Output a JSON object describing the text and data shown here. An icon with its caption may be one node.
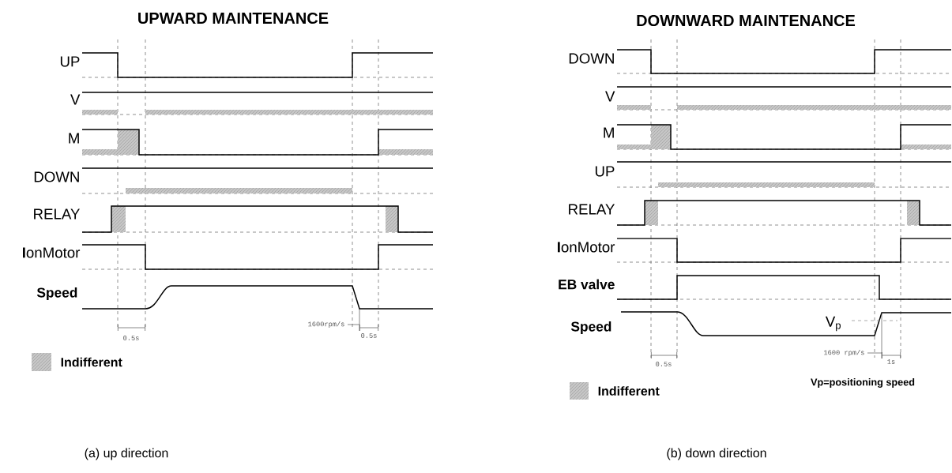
{
  "diagram": {
    "labels": [
      "UPWARD MAINTENANCE",
      "UP",
      "V",
      "M",
      "DOWN",
      "RELAY",
      "**I**onMotor",
      "Speed",
      "0.5s",
      "1600rpm/s",
      "0.5s",
      "DOWNWARD MAINTENANCE",
      "DOWN",
      "V",
      "M",
      "UP",
      "RELAY",
      "**I**onMotor",
      "EB valve",
      "Speed",
      "V$_{p}$",
      "1600 rpm/s",
      "0.5s",
      "1s",
      "Vp=positioning speed",
      "(a) up direction",
      "(b) down direction"
    ],
    "legend": [
      {
        "text": "Indifferent"
      },
      {
        "text": "Indifferent"
      }
    ]
  }
}
